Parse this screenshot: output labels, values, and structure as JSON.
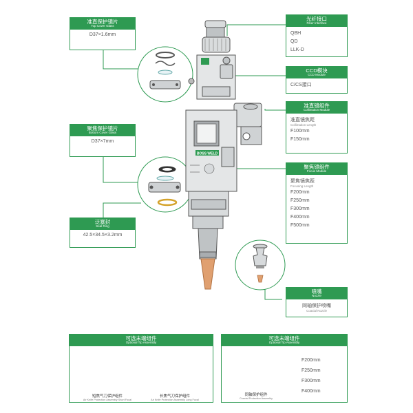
{
  "top_cover": {
    "title_cn": "准直保护镜片",
    "title_en": "Top Cover Glass",
    "spec": "D37×1.6mm"
  },
  "bottom_cover": {
    "title_cn": "聚焦保护镜片",
    "title_en": "Bottom Cover Glass",
    "spec": "D37×7mm"
  },
  "seal_ring": {
    "title_cn": "泛塞封",
    "title_en": "Seal Ring",
    "spec": "42.5×34.5×3.2mm"
  },
  "fiber_interface": {
    "title_cn": "光纤接口",
    "title_en": "Fiber Interface",
    "items": [
      "QBH",
      "QD",
      "LLK-D"
    ]
  },
  "ccd_module": {
    "title_cn": "CCD模块",
    "title_en": "CCD Module",
    "items": [
      "C/CS接口"
    ]
  },
  "collimation": {
    "title_cn": "准直镜组件",
    "title_en": "Collimation Module",
    "label_cn": "准直镜焦距",
    "label_en": "Collimation Length",
    "items": [
      "F100mm",
      "F150mm"
    ]
  },
  "focus": {
    "title_cn": "聚焦镜组件",
    "title_en": "Focus Module",
    "label_cn": "聚焦镜焦距",
    "label_en": "Focusing Length",
    "items": [
      "F200mm",
      "F250mm",
      "F300mm",
      "F400mm",
      "F500mm"
    ]
  },
  "nozzle": {
    "title_cn": "喷嘴",
    "title_en": "Nozzle",
    "label_cn": "同轴保护喷嘴",
    "label_en": "Coaxial Nozzle"
  },
  "optional_tip_1": {
    "title_cn": "可选末端组件",
    "title_en": "Optional Tip Assembly",
    "short_cn": "短焦气刀保护组件",
    "short_en": "Air Knife Protection Assembly Short Focal",
    "long_cn": "长焦气刀保护组件",
    "long_en": "Air Knife Protection Assembly Long Focal"
  },
  "optional_tip_2": {
    "title_cn": "可选末端组件",
    "title_en": "Optional Tip Assembly",
    "coax_cn": "同轴保护组件",
    "coax_en": "Coaxial Protection Assembly",
    "items": [
      "F200mm",
      "F250mm",
      "F300mm",
      "F400mm"
    ]
  },
  "head_badge": "BOSS WELD",
  "colors": {
    "accent": "#2e9a52",
    "metal": "#c9ccce",
    "copper": "#e0a070",
    "seal": "#d4a22a"
  }
}
